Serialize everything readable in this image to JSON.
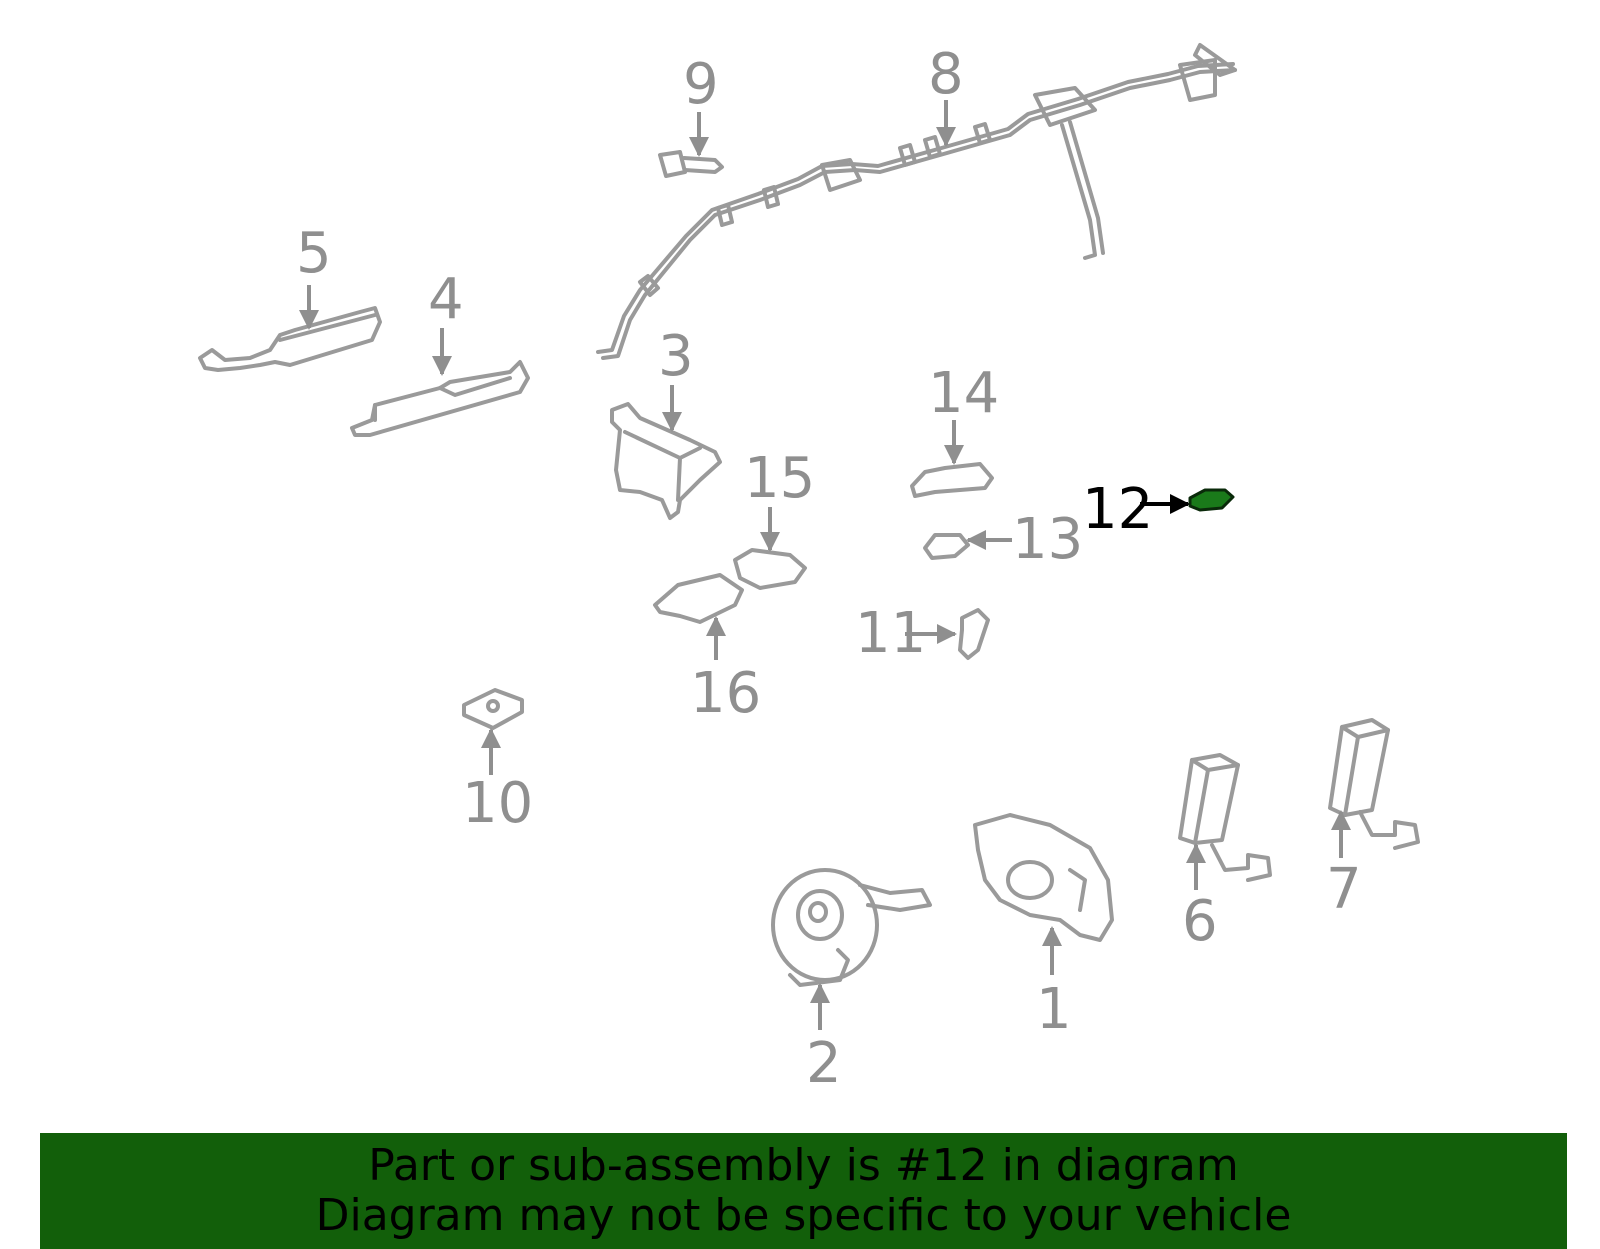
{
  "labels": {
    "p1": "1",
    "p2": "2",
    "p3": "3",
    "p4": "4",
    "p5": "5",
    "p6": "6",
    "p7": "7",
    "p8": "8",
    "p9": "9",
    "p10": "10",
    "p11": "11",
    "p12": "12",
    "p13": "13",
    "p14": "14",
    "p15": "15",
    "p16": "16"
  },
  "highlight_part": "12",
  "colors": {
    "part_line": "#9a9a9a",
    "highlight_fill": "#1a7a1a",
    "banner_bg": "#125f0a"
  },
  "banner": {
    "line1": "Part or sub-assembly is #12 in diagram",
    "line2": "Diagram may not be specific to your vehicle"
  }
}
